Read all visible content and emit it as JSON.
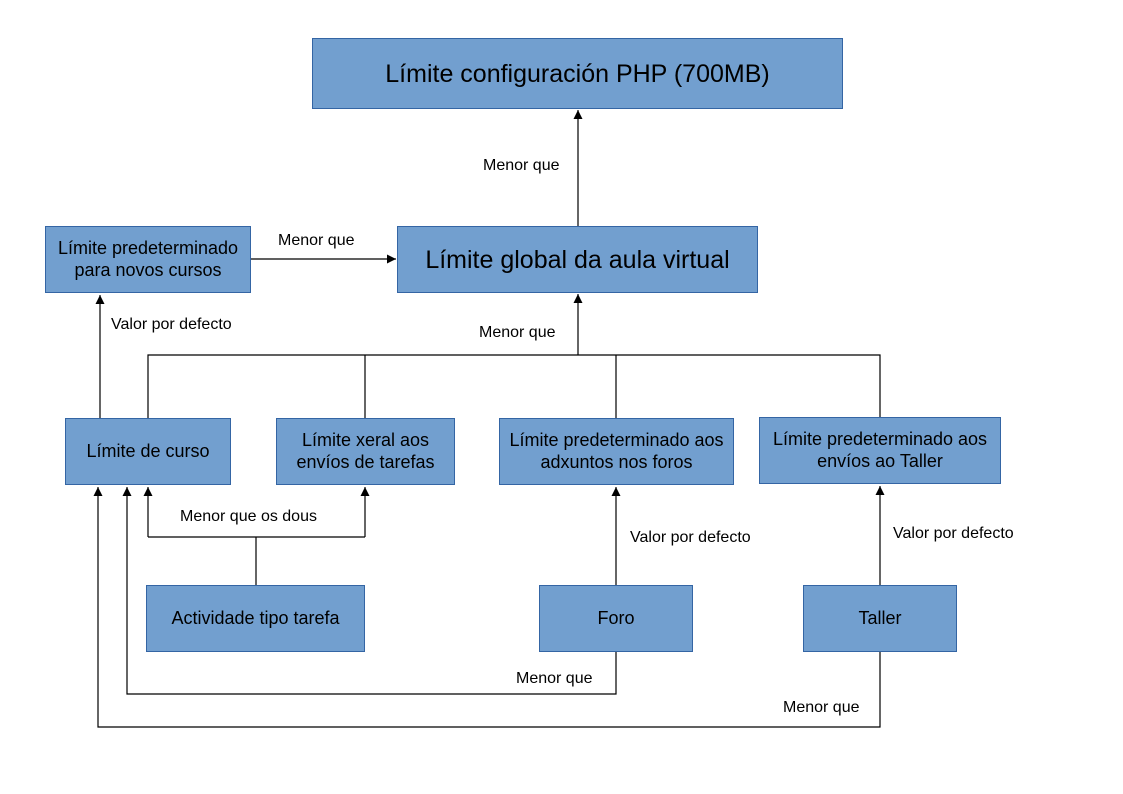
{
  "nodes": {
    "php_limit": "Límite configuración PHP (700MB)",
    "global_limit": "Límite global da aula virtual",
    "default_new_courses": "Límite predeterminado para novos cursos",
    "course_limit": "Límite de curso",
    "general_assignments": "Límite xeral aos envíos de tarefas",
    "forum_default": "Límite predeterminado aos adxuntos nos foros",
    "workshop_default": "Límite predeterminado aos envíos ao Taller",
    "assignment_activity": "Actividade tipo tarefa",
    "forum": "Foro",
    "workshop": "Taller"
  },
  "edge_labels": {
    "global_to_php": "Menor que",
    "default_to_global": "Menor que",
    "course_to_default": "Valor por defecto",
    "group_to_global": "Menor que",
    "assignment_to_both": "Menor que os dous",
    "forum_to_forum_default": "Valor por defecto",
    "workshop_to_workshop_default": "Valor por defecto",
    "forum_to_course": "Menor que",
    "workshop_to_course": "Menor que"
  },
  "colors": {
    "box_fill": "#729fcf",
    "box_border": "#3465a4",
    "line": "#000000"
  }
}
